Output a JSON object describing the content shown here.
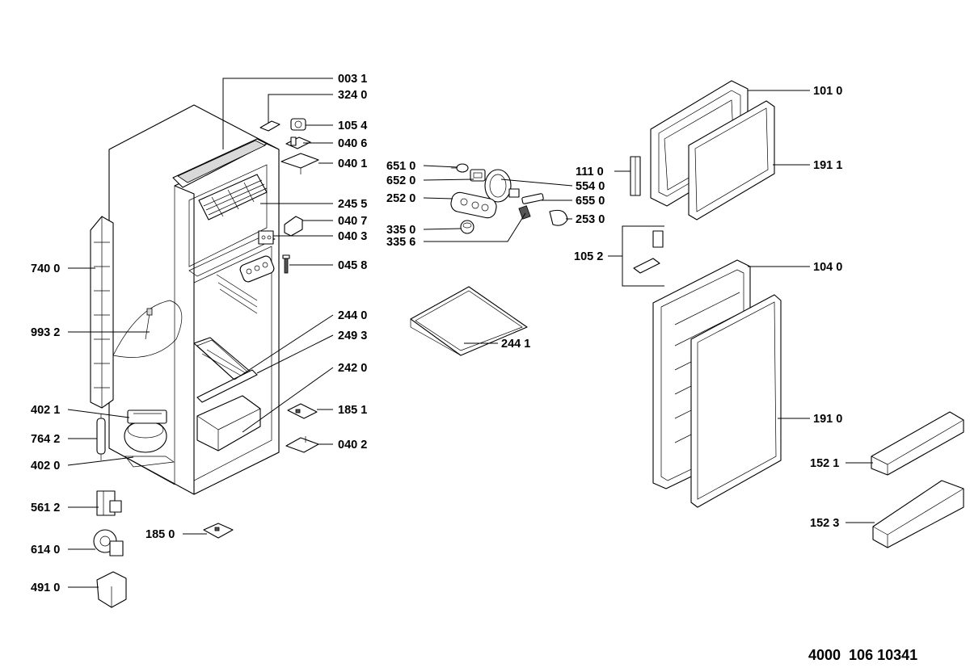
{
  "document_number": "4000  106 10341",
  "callouts": [
    {
      "id": "c-0031",
      "label": "003 1"
    },
    {
      "id": "c-3240",
      "label": "324 0"
    },
    {
      "id": "c-1054",
      "label": "105 4"
    },
    {
      "id": "c-0406",
      "label": "040 6"
    },
    {
      "id": "c-0401",
      "label": "040 1"
    },
    {
      "id": "c-2455",
      "label": "245 5"
    },
    {
      "id": "c-0407",
      "label": "040 7"
    },
    {
      "id": "c-0403",
      "label": "040 3"
    },
    {
      "id": "c-0458",
      "label": "045 8"
    },
    {
      "id": "c-2440",
      "label": "244 0"
    },
    {
      "id": "c-2493",
      "label": "249 3"
    },
    {
      "id": "c-2420",
      "label": "242 0"
    },
    {
      "id": "c-1851",
      "label": "185 1"
    },
    {
      "id": "c-0402",
      "label": "040 2"
    },
    {
      "id": "c-7400",
      "label": "740 0"
    },
    {
      "id": "c-9932",
      "label": "993 2"
    },
    {
      "id": "c-4021",
      "label": "402 1"
    },
    {
      "id": "c-7642",
      "label": "764 2"
    },
    {
      "id": "c-4020",
      "label": "402 0"
    },
    {
      "id": "c-5612",
      "label": "561 2"
    },
    {
      "id": "c-6140",
      "label": "614 0"
    },
    {
      "id": "c-4910",
      "label": "491 0"
    },
    {
      "id": "c-1850",
      "label": "185 0"
    },
    {
      "id": "c-6510",
      "label": "651 0"
    },
    {
      "id": "c-6520",
      "label": "652 0"
    },
    {
      "id": "c-2520",
      "label": "252 0"
    },
    {
      "id": "c-3350",
      "label": "335 0"
    },
    {
      "id": "c-3356",
      "label": "335 6"
    },
    {
      "id": "c-5540",
      "label": "554 0"
    },
    {
      "id": "c-6550",
      "label": "655 0"
    },
    {
      "id": "c-2530",
      "label": "253 0"
    },
    {
      "id": "c-2441",
      "label": "244 1"
    },
    {
      "id": "c-1110",
      "label": "111 0"
    },
    {
      "id": "c-1010",
      "label": "101 0"
    },
    {
      "id": "c-1911",
      "label": "191 1"
    },
    {
      "id": "c-1052",
      "label": "105 2"
    },
    {
      "id": "c-1040",
      "label": "104 0"
    },
    {
      "id": "c-1910",
      "label": "191 0"
    },
    {
      "id": "c-1521",
      "label": "152 1"
    },
    {
      "id": "c-1523",
      "label": "152 3"
    }
  ]
}
